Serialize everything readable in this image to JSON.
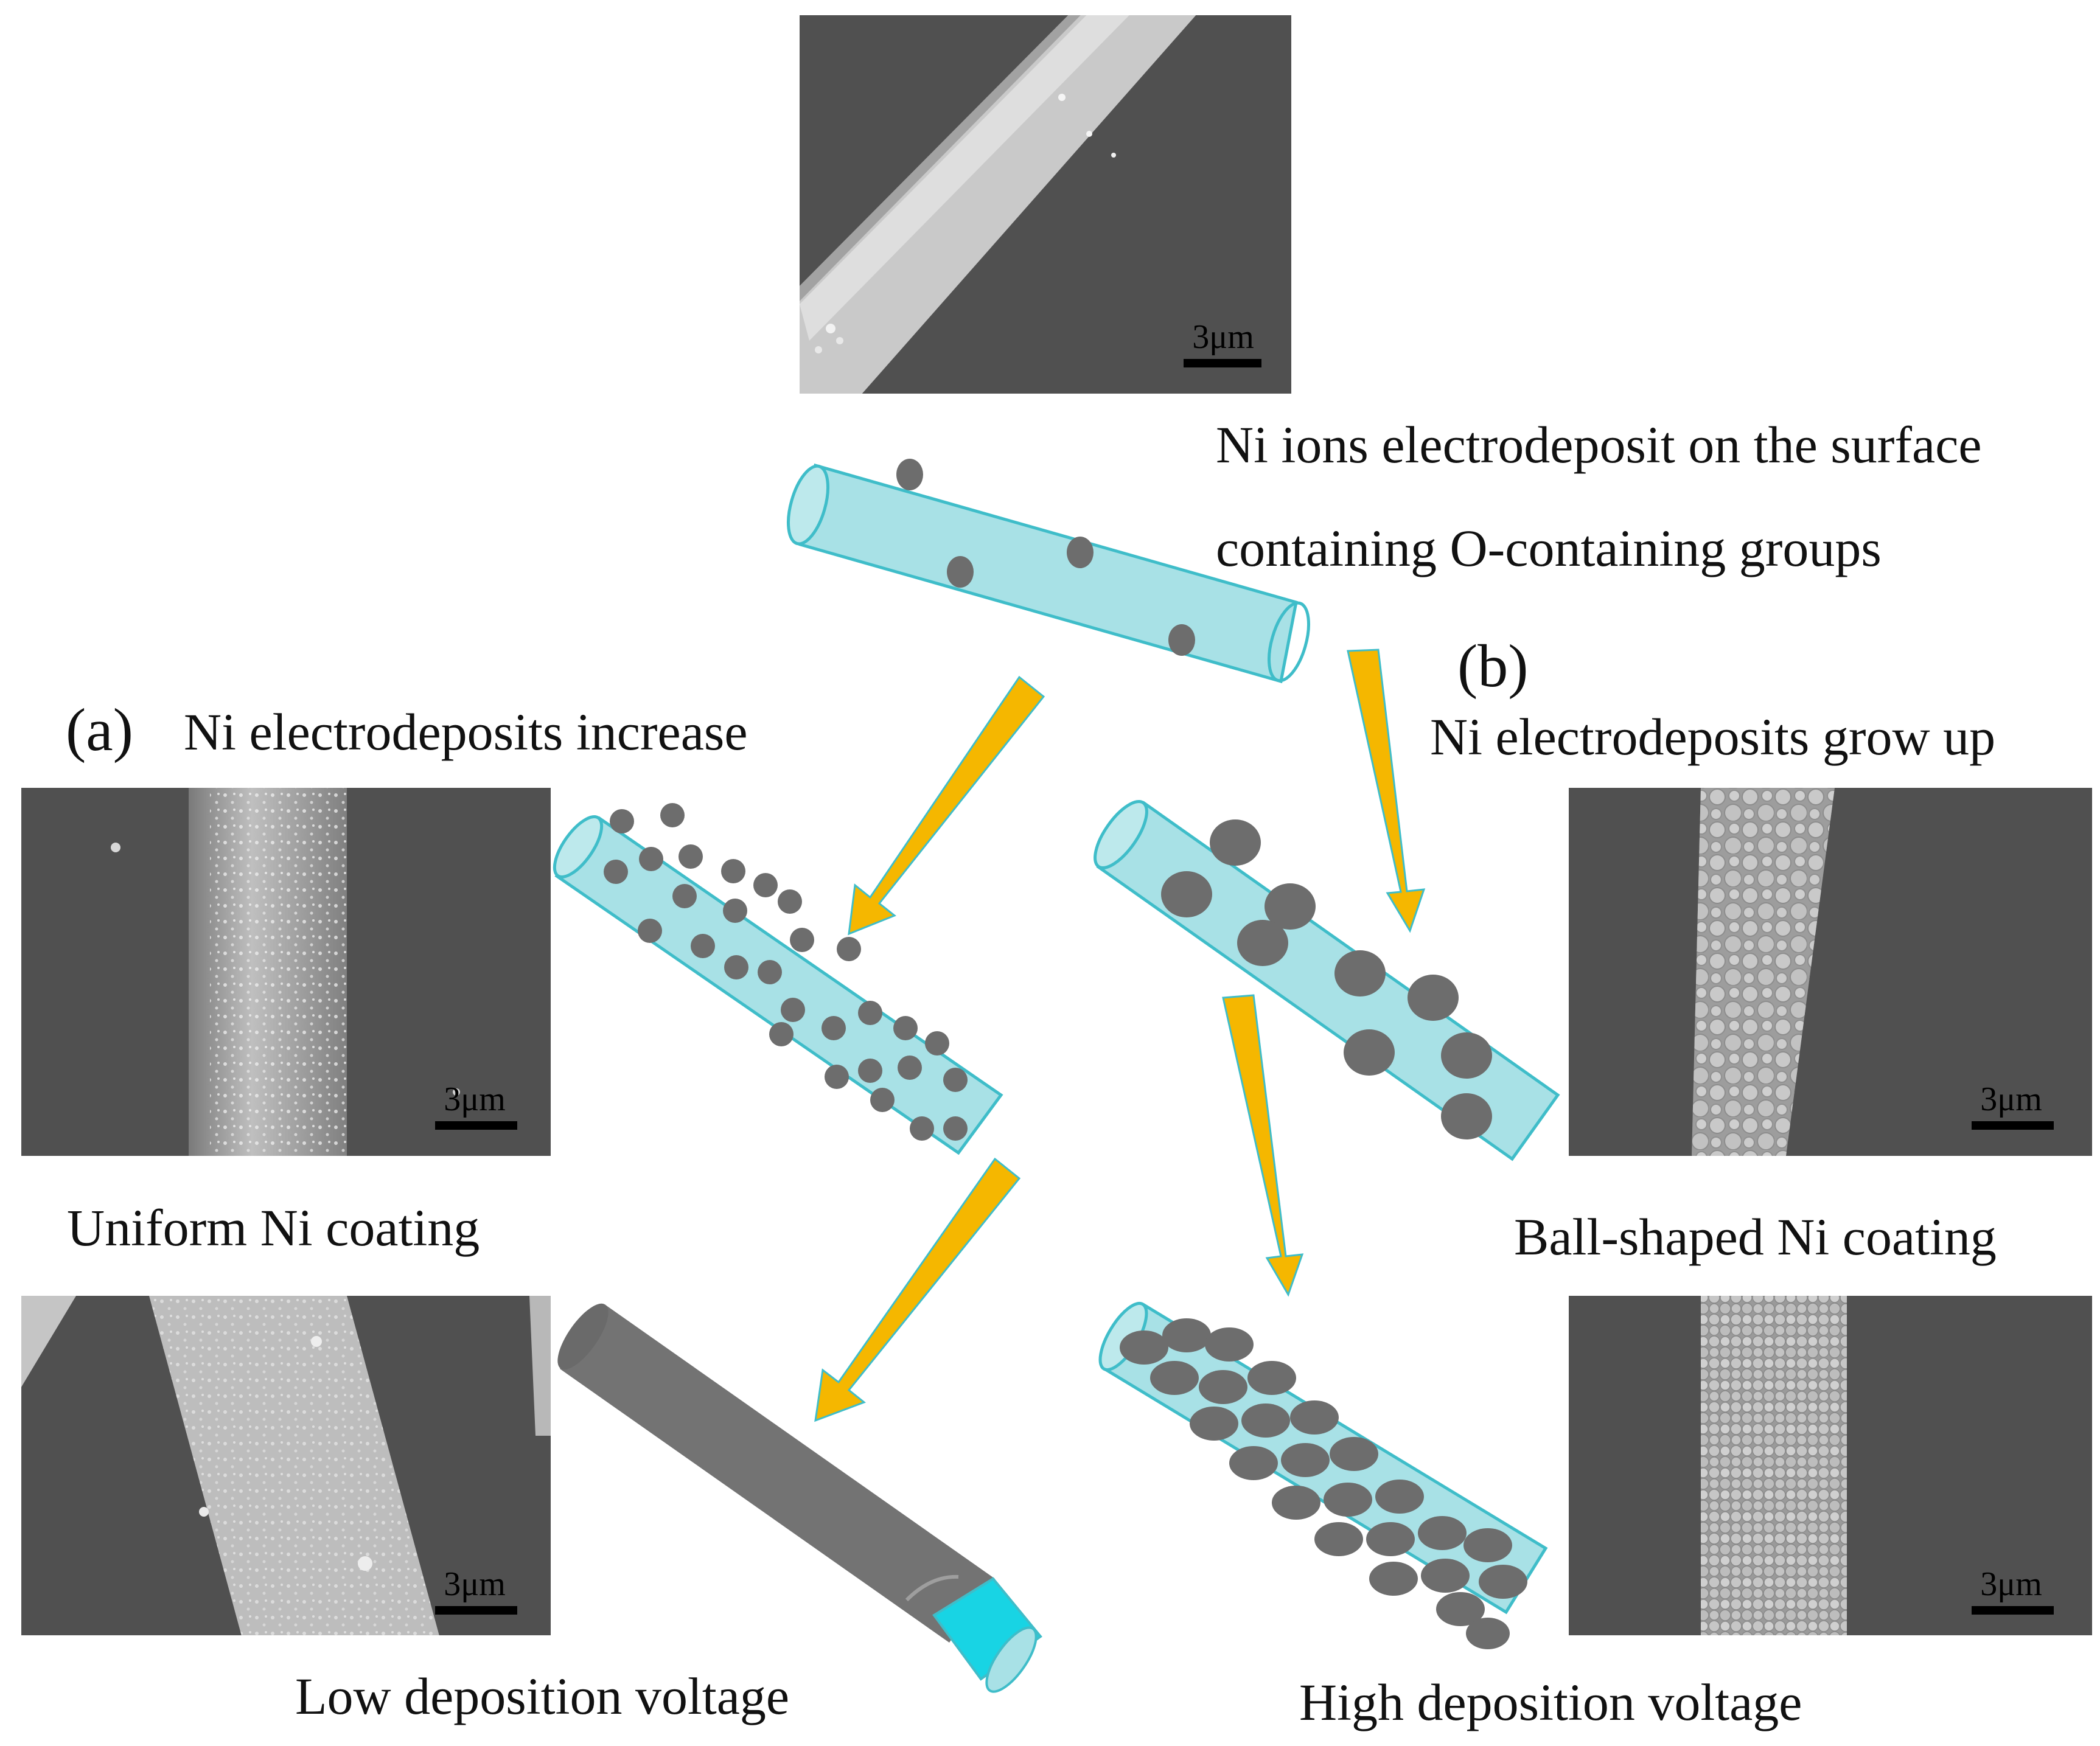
{
  "figure": {
    "top_caption_line1": "Ni ions electrodeposit on the surface",
    "top_caption_line2": "containing O-containing groups",
    "label_a": "(a)",
    "label_b": "(b)",
    "path_a_heading": "Ni electrodeposits increase",
    "path_b_heading": "Ni electrodeposits grow up",
    "path_a_mid_caption": "Uniform  Ni coating",
    "path_b_mid_caption": "Ball-shaped Ni coating",
    "path_a_bottom_caption": "Low deposition voltage",
    "path_b_bottom_caption": "High deposition voltage"
  },
  "micrographs": {
    "scale_bar_label": "3μm",
    "top": "bare fiber micrograph",
    "a_mid": "uniform coating micrograph",
    "b_mid": "ball-shaped coating micrograph",
    "a_bottom": "dense coating micrograph",
    "b_bottom": "nodular coating micrograph"
  },
  "colors": {
    "fiber_fill": "#a8e1e6",
    "fiber_stroke": "#3fbdc9",
    "deposit": "#6d6d6d",
    "arrow": "#f5b700",
    "arrow_edge": "#3fbdc9",
    "sem_bg": "#505050"
  }
}
